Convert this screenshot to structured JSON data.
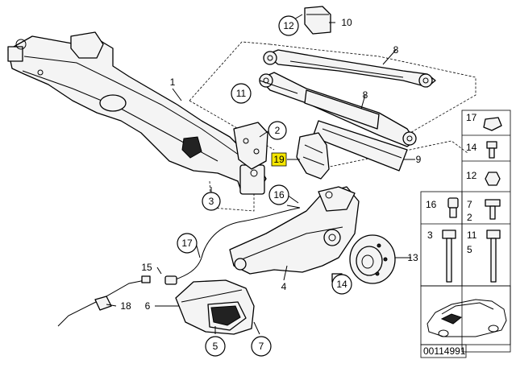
{
  "diagram": {
    "callouts": {
      "c1": "1",
      "c2": "2",
      "c3": "3",
      "c4": "4",
      "c5": "5",
      "c6": "6",
      "c7": "7",
      "c8a": "8",
      "c8b": "8",
      "c9": "9",
      "c10": "10",
      "c11": "11",
      "c12": "12",
      "c13": "13",
      "c14": "14",
      "c15": "15",
      "c16": "16",
      "c17": "17",
      "c18": "18",
      "c19": "19"
    },
    "legend": {
      "r17": "17",
      "r14": "14",
      "r12": "12",
      "r16": "16",
      "r7a": "7",
      "r2a": "2",
      "r3": "3",
      "r11": "11",
      "r5": "5"
    },
    "footer_code": "00114991"
  }
}
